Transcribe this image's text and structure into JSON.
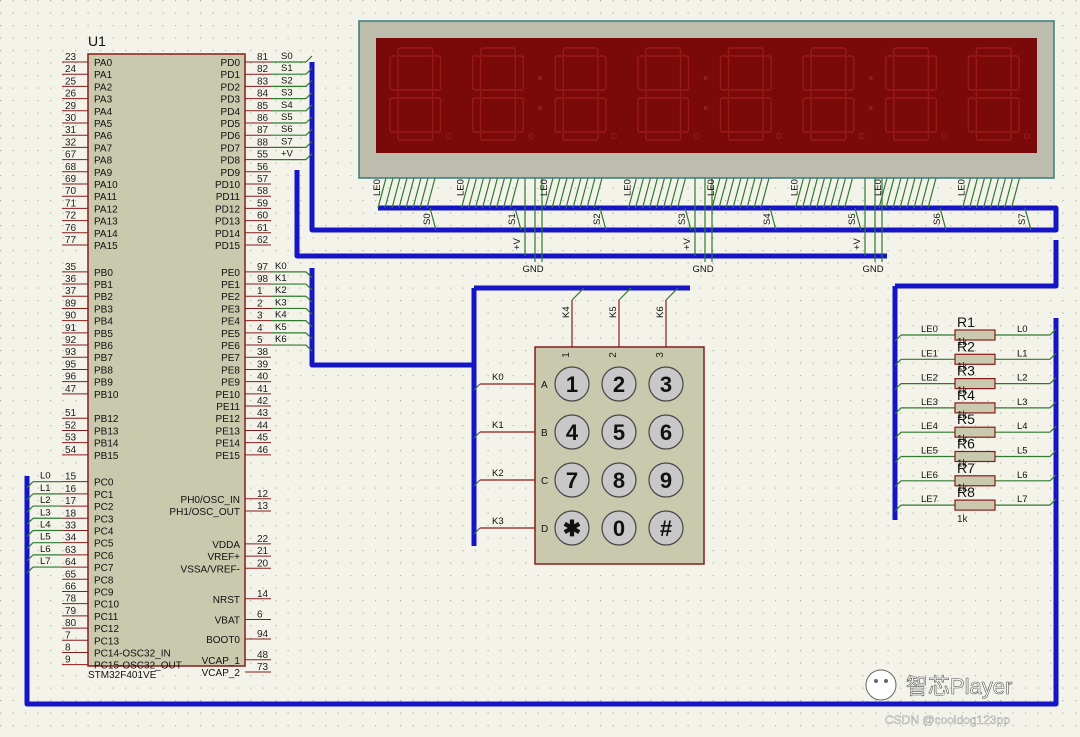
{
  "mcu": {
    "ref": "U1",
    "part": "STM32F401VE",
    "left_pins": [
      {
        "num": "23",
        "name": "PA0"
      },
      {
        "num": "24",
        "name": "PA1"
      },
      {
        "num": "25",
        "name": "PA2"
      },
      {
        "num": "26",
        "name": "PA3"
      },
      {
        "num": "29",
        "name": "PA4"
      },
      {
        "num": "30",
        "name": "PA5"
      },
      {
        "num": "31",
        "name": "PA6"
      },
      {
        "num": "32",
        "name": "PA7"
      },
      {
        "num": "67",
        "name": "PA8"
      },
      {
        "num": "68",
        "name": "PA9"
      },
      {
        "num": "69",
        "name": "PA10"
      },
      {
        "num": "70",
        "name": "PA11"
      },
      {
        "num": "71",
        "name": "PA12"
      },
      {
        "num": "72",
        "name": "PA13"
      },
      {
        "num": "76",
        "name": "PA14"
      },
      {
        "num": "77",
        "name": "PA15"
      },
      {
        "num": "35",
        "name": "PB0"
      },
      {
        "num": "36",
        "name": "PB1"
      },
      {
        "num": "37",
        "name": "PB2"
      },
      {
        "num": "89",
        "name": "PB3"
      },
      {
        "num": "90",
        "name": "PB4"
      },
      {
        "num": "91",
        "name": "PB5"
      },
      {
        "num": "92",
        "name": "PB6"
      },
      {
        "num": "93",
        "name": "PB7"
      },
      {
        "num": "95",
        "name": "PB8"
      },
      {
        "num": "96",
        "name": "PB9"
      },
      {
        "num": "47",
        "name": "PB10"
      },
      {
        "num": "51",
        "name": "PB12"
      },
      {
        "num": "52",
        "name": "PB13"
      },
      {
        "num": "53",
        "name": "PB14"
      },
      {
        "num": "54",
        "name": "PB15"
      },
      {
        "num": "15",
        "name": "PC0"
      },
      {
        "num": "16",
        "name": "PC1"
      },
      {
        "num": "17",
        "name": "PC2"
      },
      {
        "num": "18",
        "name": "PC3"
      },
      {
        "num": "33",
        "name": "PC4"
      },
      {
        "num": "34",
        "name": "PC5"
      },
      {
        "num": "63",
        "name": "PC6"
      },
      {
        "num": "64",
        "name": "PC7"
      },
      {
        "num": "65",
        "name": "PC8"
      },
      {
        "num": "66",
        "name": "PC9"
      },
      {
        "num": "78",
        "name": "PC10"
      },
      {
        "num": "79",
        "name": "PC11"
      },
      {
        "num": "80",
        "name": "PC12"
      },
      {
        "num": "7",
        "name": "PC13"
      },
      {
        "num": "8",
        "name": "PC14-OSC32_IN"
      },
      {
        "num": "9",
        "name": "PC15-OSC32_OUT"
      }
    ],
    "right_pins": [
      {
        "num": "81",
        "name": "PD0"
      },
      {
        "num": "82",
        "name": "PD1"
      },
      {
        "num": "83",
        "name": "PD2"
      },
      {
        "num": "84",
        "name": "PD3"
      },
      {
        "num": "85",
        "name": "PD4"
      },
      {
        "num": "86",
        "name": "PD5"
      },
      {
        "num": "87",
        "name": "PD6"
      },
      {
        "num": "88",
        "name": "PD7"
      },
      {
        "num": "55",
        "name": "PD8"
      },
      {
        "num": "56",
        "name": "PD9"
      },
      {
        "num": "57",
        "name": "PD10"
      },
      {
        "num": "58",
        "name": "PD11"
      },
      {
        "num": "59",
        "name": "PD12"
      },
      {
        "num": "60",
        "name": "PD13"
      },
      {
        "num": "61",
        "name": "PD14"
      },
      {
        "num": "62",
        "name": "PD15"
      },
      {
        "num": "97",
        "name": "PE0"
      },
      {
        "num": "98",
        "name": "PE1"
      },
      {
        "num": "1",
        "name": "PE2"
      },
      {
        "num": "2",
        "name": "PE3"
      },
      {
        "num": "3",
        "name": "PE4"
      },
      {
        "num": "4",
        "name": "PE5"
      },
      {
        "num": "5",
        "name": "PE6"
      },
      {
        "num": "38",
        "name": "PE7"
      },
      {
        "num": "39",
        "name": "PE8"
      },
      {
        "num": "40",
        "name": "PE9"
      },
      {
        "num": "41",
        "name": "PE10"
      },
      {
        "num": "42",
        "name": "PE11"
      },
      {
        "num": "43",
        "name": "PE12"
      },
      {
        "num": "44",
        "name": "PE13"
      },
      {
        "num": "45",
        "name": "PE14"
      },
      {
        "num": "46",
        "name": "PE15"
      },
      {
        "num": "12",
        "name": "PH0/OSC_IN"
      },
      {
        "num": "13",
        "name": "PH1/OSC_OUT"
      },
      {
        "num": "22",
        "name": "VDDA"
      },
      {
        "num": "21",
        "name": "VREF+"
      },
      {
        "num": "20",
        "name": "VSSA/VREF-"
      },
      {
        "num": "14",
        "name": "NRST"
      },
      {
        "num": "6",
        "name": "VBAT"
      },
      {
        "num": "94",
        "name": "BOOT0"
      },
      {
        "num": "48",
        "name": "VCAP_1"
      },
      {
        "num": "73",
        "name": "VCAP_2"
      }
    ],
    "pd_nets": [
      "S0",
      "S1",
      "S2",
      "S3",
      "S4",
      "S5",
      "S6",
      "S7",
      "+V"
    ],
    "pe_nets": [
      "K0",
      "K1",
      "K2",
      "K3",
      "K4",
      "K5",
      "K6"
    ],
    "pc_nets": [
      "L0",
      "L1",
      "L2",
      "L3",
      "L4",
      "L5",
      "L6",
      "L7"
    ]
  },
  "display": {
    "digits": 8,
    "led_color": "#6e0000",
    "body_color": "#7a0a0a",
    "pin_label": "LE0",
    "bus_labels": [
      "S0",
      "S1",
      "S2",
      "S3",
      "S4",
      "S5",
      "S6",
      "S7"
    ],
    "vplus_label": "+V",
    "gnd_label": "GND"
  },
  "keypad": {
    "col_nets": [
      "K4",
      "K5",
      "K6"
    ],
    "col_nums": [
      "1",
      "2",
      "3"
    ],
    "row_nets": [
      "K0",
      "K1",
      "K2",
      "K3"
    ],
    "row_letters": [
      "A",
      "B",
      "C",
      "D"
    ],
    "keys": [
      "1",
      "2",
      "3",
      "4",
      "5",
      "6",
      "7",
      "8",
      "9",
      "✱",
      "0",
      "#"
    ]
  },
  "resistors": {
    "refs": [
      "R1",
      "R2",
      "R3",
      "R4",
      "R5",
      "R6",
      "R7",
      "R8"
    ],
    "value": "1k",
    "in_nets": [
      "LE0",
      "LE1",
      "LE2",
      "LE3",
      "LE4",
      "LE5",
      "LE6",
      "LE7"
    ],
    "out_nets": [
      "L0",
      "L1",
      "L2",
      "L3",
      "L4",
      "L5",
      "L6",
      "L7"
    ]
  },
  "colors": {
    "bus": "#1515c8",
    "wire": "#2d7a2d",
    "component_fill": "#c9c9ae",
    "component_border": "#8a1a1a",
    "pin_red": "#8a1a1a",
    "key_fill": "#c8c8c8"
  },
  "watermark": {
    "brand": "智芯Player",
    "credit": "CSDN @cooldog123pp"
  }
}
